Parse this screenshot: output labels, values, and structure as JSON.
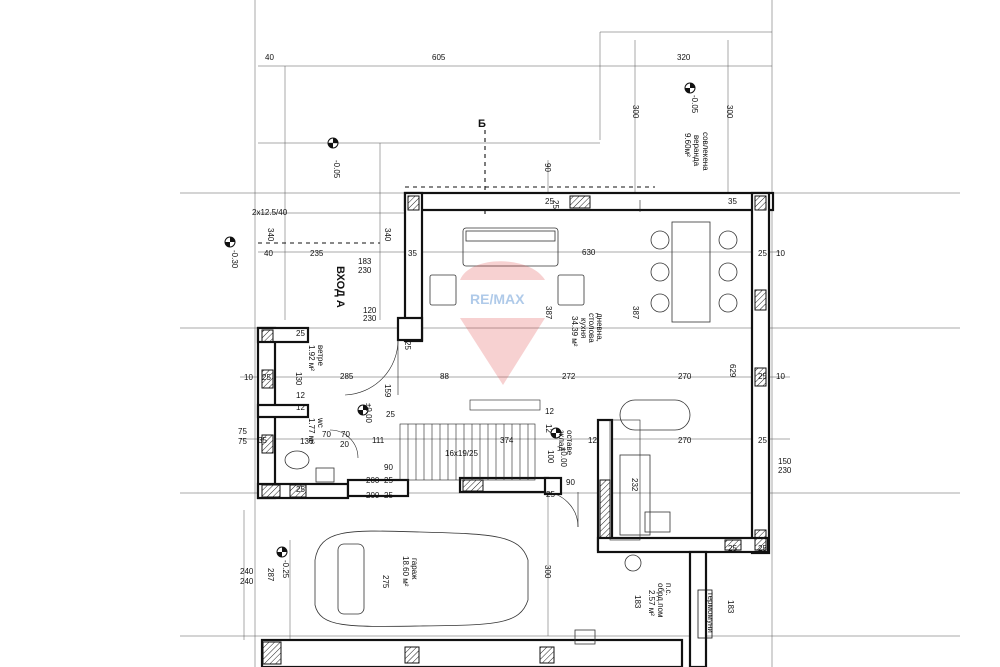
{
  "dimensions": {
    "top": [
      "40",
      "605",
      "320"
    ],
    "upper": [
      "340",
      "340",
      "235",
      "183",
      "230",
      "630",
      "25",
      "35",
      "25",
      "10",
      "2x12.5/40",
      "40",
      "35"
    ],
    "left_column": [
      "25",
      "10",
      "25",
      "130",
      "12",
      "75",
      "75",
      "35",
      "12",
      "70",
      "20",
      "136",
      "70",
      "111",
      "120",
      "230"
    ],
    "middle": [
      "285",
      "88",
      "272",
      "270",
      "25",
      "10",
      "159",
      "12",
      "25",
      "374",
      "12",
      "270",
      "150",
      "230",
      "25",
      "25"
    ],
    "lower": [
      "200",
      "25",
      "25",
      "90",
      "200",
      "25",
      "90",
      "232",
      "25",
      "25",
      "240",
      "240",
      "287",
      "275",
      "300",
      "183",
      "183",
      "25"
    ],
    "vertical": [
      "300",
      "300",
      "90",
      "25",
      "387",
      "387",
      "629",
      "100",
      "12"
    ]
  },
  "levels": [
    "-0.05",
    "-0.05",
    "-0.30",
    "±0.00",
    "±0.00",
    "-0.25"
  ],
  "section_marker": "Б",
  "rooms": {
    "entrance_label": "ВХОД А",
    "veranda": [
      "совлекена",
      "веранда",
      "9.60м²"
    ],
    "living": [
      "дневна,",
      "столова",
      "кухня",
      "34.39 м²"
    ],
    "vetrobran": [
      "ветре",
      "1.92 м²"
    ],
    "wc": [
      "wc",
      "1.77 м²"
    ],
    "stairs": "16x19/25",
    "storage": [
      "оставе",
      "зклад"
    ],
    "garage": [
      "гараж",
      "18.60 м²"
    ],
    "service": [
      "п.с.",
      "обрд.пом",
      "2.57 м²"
    ],
    "boiler": "термомуни"
  },
  "watermark": "RE/MAX",
  "colors": {
    "wall_fill": "#ffffff",
    "line": "#111111",
    "watermark": "#e04646"
  }
}
